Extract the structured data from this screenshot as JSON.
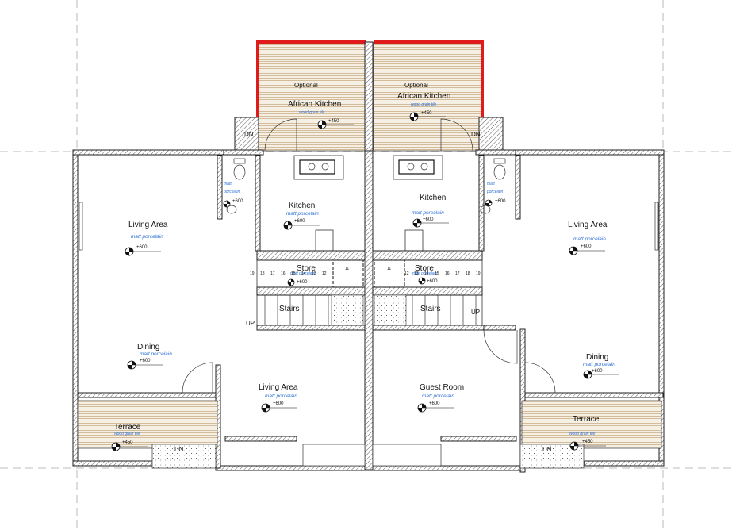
{
  "labels": {
    "optional": "Optional",
    "african_kitchen": "African Kitchen",
    "kitchen": "Kitchen",
    "living_area": "Living Area",
    "dining": "Dining",
    "terrace": "Terrace",
    "store": "Store",
    "stairs": "Stairs",
    "guest_room": "Guest Room",
    "up": "UP",
    "dn": "DN"
  },
  "finishes": {
    "wood_grain_tile": "wood grain tile",
    "matt_porcelain": "matt porcelain",
    "matt_short": "matt",
    "porcelain": "porcelain"
  },
  "levels": {
    "plus_450": "+450",
    "plus_600": "+600"
  },
  "stair_steps": {
    "left_top": [
      "19",
      "18",
      "17",
      "16",
      "15",
      "14",
      "13",
      "12",
      "11"
    ],
    "right_top": [
      "11",
      "12",
      "13",
      "14",
      "15",
      "16",
      "17",
      "18",
      "19"
    ]
  },
  "colors": {
    "wall_line": "#222222",
    "highlight_wall": "#e01b1b",
    "finish_text": "#2b6fd6",
    "grid_line": "#a8a8a8",
    "deck_fill": "#c9b08a"
  }
}
